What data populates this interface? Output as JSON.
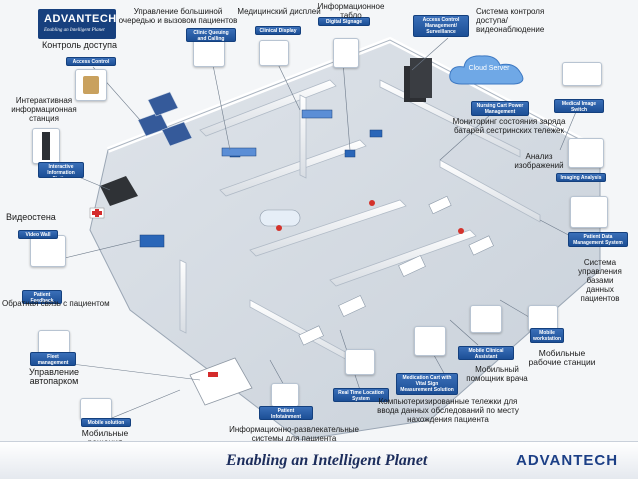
{
  "header": {
    "brand": "ADVANTECH",
    "slogan": "Enabling an Intelligent Planet"
  },
  "footer": {
    "tagline": "Enabling an Intelligent Planet",
    "brand": "ADVANTECH"
  },
  "cloud": {
    "label": "Cloud Server"
  },
  "tags": {
    "access_control": "Access Control",
    "clinic_queuing": "Clinic Queuing and Calling System",
    "clinical_display": "Clinical Display",
    "digital_signage": "Digital Signage",
    "access_mgmt": "Access Control Management/ Surveillance",
    "nursing_cart": "Nursing Cart Power Management",
    "medical_image_switch": "Medical Image Switch",
    "interactive_info": "Interactive Information Station",
    "imaging_analysis": "Imaging Analysis",
    "video_wall": "Video Wall",
    "patient_data": "Patient Data Management System",
    "patient_feedback": "Patient Feedback",
    "mobile_workstation": "Mobile workstation",
    "fleet_mgmt": "Fleet management",
    "mobile_clinical": "Mobile Clinical Assistant",
    "medication_cart": "Medication Cart with Vital Sign Measurement Solution",
    "rtls": "Real Time Location System",
    "patient_infotainment": "Patient Infotainment system",
    "mobile_solution": "Mobile solution"
  },
  "labels": {
    "queue": "Управление большиной\nочередью и вызовом пациентов",
    "clinical_display": "Медицинский дисплей",
    "signage": "Информационное табло",
    "access_surv": "Система контроля\nдоступа/видеонаблюдение",
    "access": "Контроль доступа",
    "kiosk": "Интерактивная\nинформационная\nстанция",
    "nursing_power": "Мониторинг состояния заряда\nбатарей сестринских тележек",
    "image_analysis": "Анализ\nизображений",
    "video_wall": "Видеостена",
    "patient_db": "Система\nуправления\nбазами\nданных\nпациентов",
    "feedback": "Обратная связь с пациентом",
    "mobile_ws": "Мобильные\nрабочие станции",
    "mobile_assistant": "Мобильный\nпомощник врача",
    "fleet": "Управление\nавтопарком",
    "med_cart": "Компьютеризированные тележки для\nввода данных обследований по месту\nнахождения пациента",
    "infotainment": "Информационно-развлекательные\nсистемы для пациента",
    "mobile_solutions": "Мобильные\nрешения"
  }
}
